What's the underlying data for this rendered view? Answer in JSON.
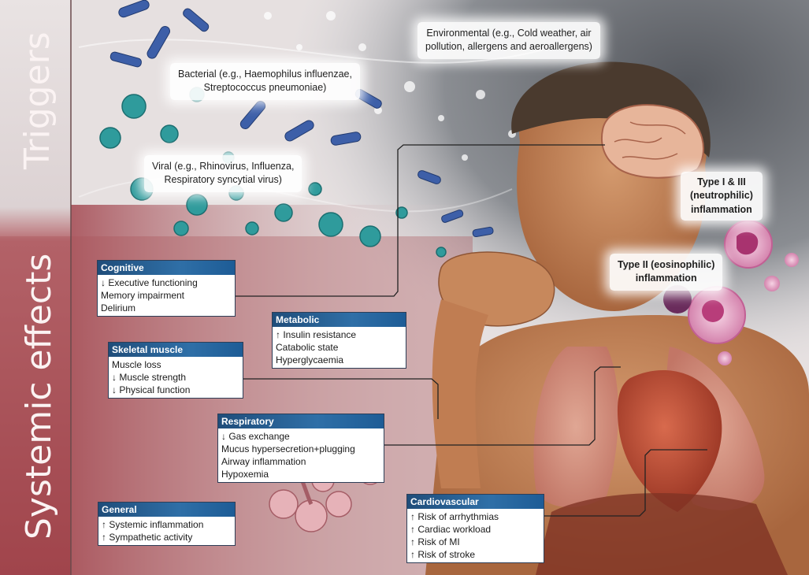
{
  "sections": {
    "triggers": "Triggers",
    "systemic_effects": "Systemic effects"
  },
  "triggers": {
    "bacterial": [
      "Bacterial (e.g., Haemophilus influenzae,",
      "Streptococcus pneumoniae)"
    ],
    "viral": [
      "Viral (e.g., Rhinovirus, Influenza,",
      "Respiratory syncytial virus)"
    ],
    "environmental": [
      "Environmental (e.g., Cold weather, air",
      "pollution, allergens and aeroallergens)"
    ]
  },
  "inflammation": {
    "type1_3": [
      "Type I & III",
      "(neutrophilic)",
      "inflammation"
    ],
    "type2": [
      "Type II (eosinophilic)",
      "inflammation"
    ]
  },
  "effects": {
    "cognitive": {
      "title": "Cognitive",
      "items": [
        "↓ Executive functioning",
        "Memory impairment",
        "Delirium"
      ]
    },
    "metabolic": {
      "title": "Metabolic",
      "items": [
        "↑ Insulin resistance",
        "Catabolic state",
        "Hyperglycaemia"
      ]
    },
    "skeletal": {
      "title": "Skeletal muscle",
      "items": [
        "Muscle loss",
        "↓ Muscle strength",
        "↓ Physical function"
      ]
    },
    "respiratory": {
      "title": "Respiratory",
      "items": [
        "↓ Gas exchange",
        "Mucus hypersecretion+plugging",
        "Airway inflammation",
        "Hypoxemia"
      ]
    },
    "general": {
      "title": "General",
      "items": [
        "↑ Systemic inflammation",
        "↑ Sympathetic activity"
      ]
    },
    "cardiovascular": {
      "title": "Cardiovascular",
      "items": [
        "↑ Risk of arrhythmias",
        "↑ Cardiac workload",
        "↑ Risk of MI",
        "↑ Risk of stroke"
      ]
    }
  }
}
